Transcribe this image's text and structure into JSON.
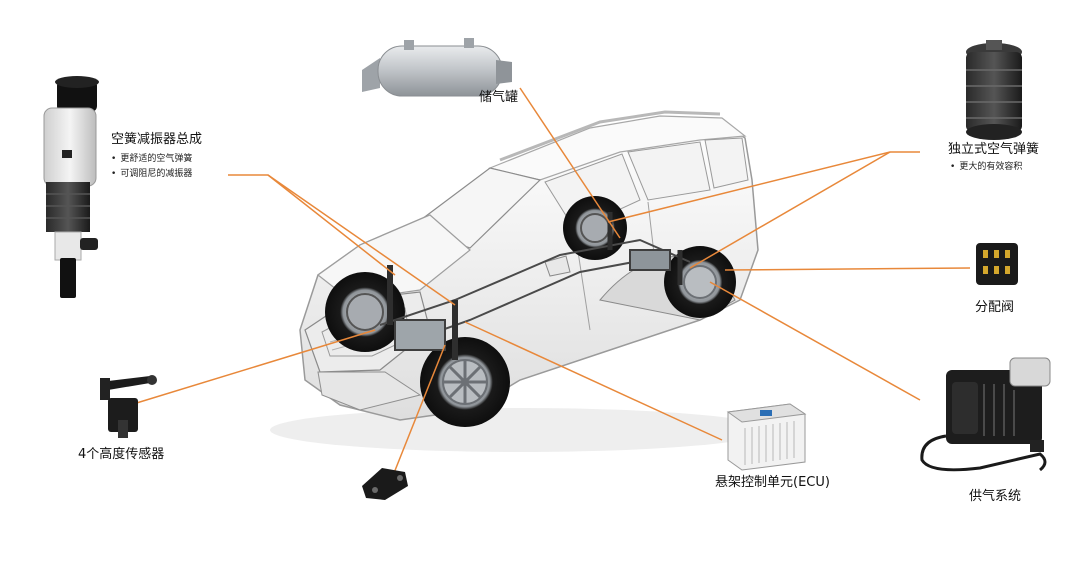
{
  "components": {
    "air_strut": {
      "title": "空簧减振器总成",
      "bullets": [
        "更舒适的空气弹簧",
        "可调阻尼的减振器"
      ]
    },
    "air_tank": {
      "title": "储气罐"
    },
    "air_spring": {
      "title": "独立式空气弹簧",
      "bullets": [
        "更大的有效容积"
      ]
    },
    "valve_block": {
      "title": "分配阀"
    },
    "height_sensor": {
      "title": "4个高度传感器"
    },
    "ecu": {
      "title": "悬架控制单元(ECU)"
    },
    "compressor": {
      "title": "供气系统"
    }
  },
  "colors": {
    "leader_line": "#e8883a",
    "car_body": "#f2f2f2",
    "car_outline": "#9a9a9a",
    "dark_part": "#1c1c1c",
    "metal": "#bfc3c7"
  }
}
